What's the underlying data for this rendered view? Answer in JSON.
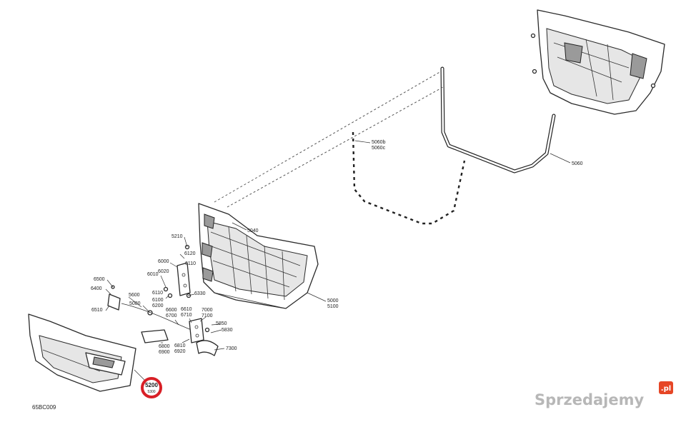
{
  "diagram_code": "65BC009",
  "highlighted_part": {
    "number": "5200",
    "sub": "5300",
    "ring_color": "#d81f26"
  },
  "labels": {
    "l5060b": "5060b",
    "l5060c": "5060c",
    "l5060": "5060",
    "l5040": "5040",
    "l5210": "5210",
    "l6120": "6120",
    "l6000": "6000",
    "l6020": "6020",
    "l6110": "6110",
    "l6010": "6010",
    "l6500": "6500",
    "l6400": "6400",
    "l5600": "5600",
    "l6110b": "6110",
    "l6330": "6330",
    "l5080": "5080",
    "l6100": "6100",
    "l6200": "6200",
    "l6510": "6510",
    "l6600": "6600",
    "l6700": "6700",
    "l6610": "6610",
    "l6710": "6710",
    "l7000": "7000",
    "l7100": "7100",
    "l5000": "5000",
    "l5100": "5100",
    "l5850": "5850",
    "l5830": "5830",
    "l6800": "6800",
    "l6900": "6900",
    "l6810": "6810",
    "l6920": "6920",
    "l7300": "7300"
  },
  "watermark": {
    "text": "Sprzedajemy",
    "badge": ".pl",
    "badge_color": "#e64626"
  }
}
